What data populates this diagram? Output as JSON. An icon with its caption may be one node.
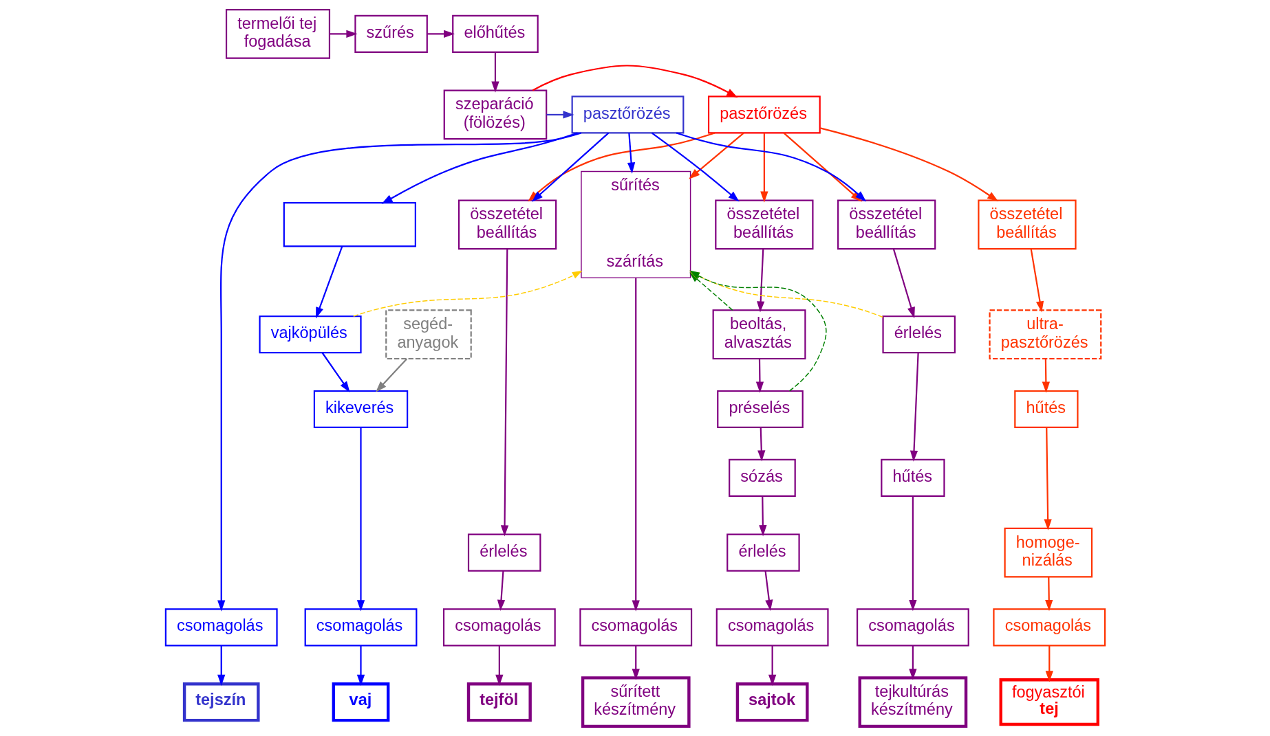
{
  "diagram": {
    "nodes": [
      {
        "text": [
          "termelői tej fogadása"
        ]
      },
      {
        "text": [
          "szűrés"
        ]
      },
      {
        "text": [
          "előhűtés"
        ]
      },
      {
        "text": [
          "szeparáció (fölözés)"
        ]
      },
      {
        "text": [
          "pasztőrözés"
        ]
      },
      {
        "text": [
          "pasztőrözés"
        ]
      },
      {
        "text": [
          "összetétel beállítás"
        ]
      },
      {
        "text": [],
        "shape": "box"
      },
      {
        "text": [
          "összetétel beállítás"
        ]
      },
      {
        "text": [
          "összetétel beállítás"
        ]
      },
      {
        "text": [
          "összetétel beállítás"
        ]
      },
      {
        "text": [
          "sűrítés",
          "szárítás"
        ]
      },
      {
        "text": [
          "ultra- pasztőrözés"
        ]
      },
      {
        "text": [
          "vajköpülés"
        ]
      },
      {
        "text": [
          "érlelés"
        ]
      },
      {
        "text": [
          "beoltás, alvasztás"
        ]
      },
      {
        "text": [
          "érlelés"
        ]
      },
      {
        "text": [
          "hűtés"
        ]
      },
      {
        "text": [
          "segéd- anyagok"
        ]
      },
      {
        "text": [
          "préselés"
        ]
      },
      {
        "text": [
          "homoge- nizálás"
        ]
      },
      {
        "text": [
          "kikeverés"
        ]
      },
      {
        "text": [
          "sózás"
        ]
      },
      {
        "text": [
          "érlelés"
        ]
      },
      {
        "text": [
          "hűtés"
        ]
      },
      {
        "text": [
          "csomagolás"
        ]
      },
      {
        "text": [
          "csomagolás"
        ]
      },
      {
        "text": [
          "csomagolás"
        ]
      },
      {
        "text": [
          "csomagolás"
        ]
      },
      {
        "text": [
          "csomagolás"
        ]
      },
      {
        "text": [
          "csomagolás"
        ]
      },
      {
        "text": [
          "csomagolás"
        ]
      },
      {
        "text": [
          "fogyasztói **tej**"
        ]
      },
      {
        "text": [
          "tejszín"
        ]
      },
      {
        "text": [
          "vaj"
        ]
      },
      {
        "text": [
          "tejföl"
        ]
      },
      {
        "text": [
          "sajtok"
        ]
      },
      {
        "text": [
          "tejkultúrás készítmény"
        ]
      },
      {
        "text": [
          "sűrített készítmény"
        ]
      }
    ],
    "edges": [
      {
        "from": 0,
        "to": 1,
        "arrow": "to",
        "color": "#800080"
      },
      {
        "from": 1,
        "to": 2,
        "arrow": "to",
        "color": "#800080"
      },
      {
        "from": 2,
        "to": 3,
        "arrow": "to",
        "color": "#800080"
      },
      {
        "from": 3,
        "to": 4,
        "arrow": "to",
        "color": "#ff0000"
      },
      {
        "from": 3,
        "to": 5,
        "arrow": "to",
        "color": "#3333cc"
      },
      {
        "from": 4,
        "to": 6,
        "arrow": "to",
        "color": "#ff3300"
      },
      {
        "from": 4,
        "to": 8,
        "arrow": "to",
        "color": "#ff3300"
      },
      {
        "from": 4,
        "to": 9,
        "arrow": "to",
        "color": "#ff3300"
      },
      {
        "from": 4,
        "to": 10,
        "arrow": "to",
        "color": "#ff3300"
      },
      {
        "from": 4,
        "to": 11,
        "arrow": "to",
        "color": "#ff3300"
      },
      {
        "from": 5,
        "to": 26,
        "arrow": "to",
        "color": "#0000ff"
      },
      {
        "from": 5,
        "to": 7,
        "arrow": "to",
        "color": "#0000ff"
      },
      {
        "from": 5,
        "to": 8,
        "arrow": "to",
        "color": "#0000ff"
      },
      {
        "from": 5,
        "to": 9,
        "arrow": "to",
        "color": "#0000ff"
      },
      {
        "from": 5,
        "to": 10,
        "arrow": "to",
        "color": "#0000ff"
      },
      {
        "from": 5,
        "to": 11,
        "arrow": "to",
        "color": "#0000ff"
      },
      {
        "from": 6,
        "to": 12,
        "arrow": "to",
        "color": "#ff3300"
      },
      {
        "from": 12,
        "to": 17,
        "arrow": "to",
        "color": "#ff3300"
      },
      {
        "from": 17,
        "to": 20,
        "arrow": "to",
        "color": "#ff3300"
      },
      {
        "from": 20,
        "to": 25,
        "arrow": "to",
        "color": "#ff3300"
      },
      {
        "from": 25,
        "to": 32,
        "arrow": "to",
        "color": "#ff3300"
      },
      {
        "from": 7,
        "to": 13,
        "arrow": "to",
        "color": "#0000ff"
      },
      {
        "from": 13,
        "to": 21,
        "arrow": "to",
        "color": "#0000ff"
      },
      {
        "from": 18,
        "to": 21,
        "arrow": "to",
        "color": "#808080"
      },
      {
        "from": 13,
        "to": 11,
        "arrow": "to",
        "style": "dashed",
        "color": "#ffcc00"
      },
      {
        "from": 21,
        "to": 27,
        "arrow": "to",
        "color": "#0000ff"
      },
      {
        "from": 26,
        "to": 33,
        "arrow": "to",
        "color": "#0000ff"
      },
      {
        "from": 27,
        "to": 34,
        "arrow": "to",
        "color": "#0000ff"
      },
      {
        "from": 8,
        "to": 14,
        "arrow": "to",
        "color": "#800080"
      },
      {
        "from": 14,
        "to": 28,
        "arrow": "to",
        "color": "#800080"
      },
      {
        "from": 28,
        "to": 35,
        "arrow": "to",
        "color": "#800080"
      },
      {
        "from": 9,
        "to": 15,
        "arrow": "to",
        "color": "#800080"
      },
      {
        "from": 15,
        "to": 19,
        "arrow": "to",
        "color": "#800080"
      },
      {
        "from": 19,
        "to": 22,
        "arrow": "to",
        "color": "#800080"
      },
      {
        "from": 22,
        "to": 23,
        "arrow": "to",
        "color": "#800080"
      },
      {
        "from": 23,
        "to": 29,
        "arrow": "to",
        "color": "#800080"
      },
      {
        "from": 29,
        "to": 36,
        "arrow": "to",
        "color": "#800080"
      },
      {
        "from": 15,
        "to": 11,
        "arrow": "to",
        "style": "dashed",
        "color": "#008000"
      },
      {
        "from": 19,
        "to": 11,
        "arrow": "to",
        "style": "dashed",
        "color": "#008000"
      },
      {
        "from": 10,
        "to": 16,
        "arrow": "to",
        "color": "#800080"
      },
      {
        "from": 16,
        "to": 24,
        "arrow": "to",
        "color": "#800080"
      },
      {
        "from": 16,
        "to": 11,
        "arrow": "to",
        "style": "dashed",
        "color": "#ffcc00"
      },
      {
        "from": 24,
        "to": 30,
        "arrow": "to",
        "color": "#800080"
      },
      {
        "from": 30,
        "to": 37,
        "arrow": "to",
        "color": "#800080"
      },
      {
        "from": 11,
        "to": 31,
        "arrow": "to",
        "color": "#800080"
      },
      {
        "from": 31,
        "to": 38,
        "arrow": "to",
        "color": "#800080"
      }
    ]
  }
}
